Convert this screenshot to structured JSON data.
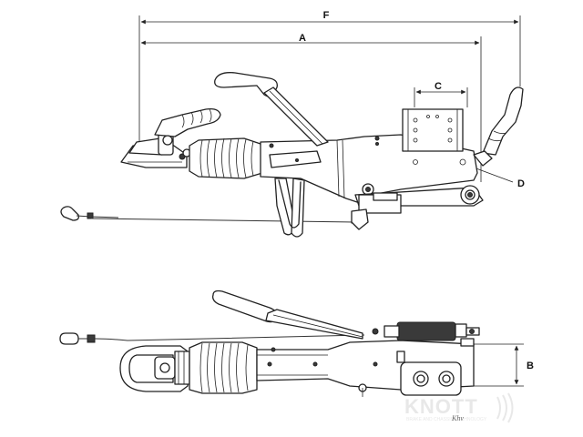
{
  "dimensions": {
    "F": "F",
    "A": "A",
    "C": "C",
    "D": "D",
    "B": "B"
  },
  "watermark": {
    "brand": "KNOTT",
    "tagline": "BRAKE AND CHASSIS TECHNOLOGY",
    "initials": "Khv"
  }
}
